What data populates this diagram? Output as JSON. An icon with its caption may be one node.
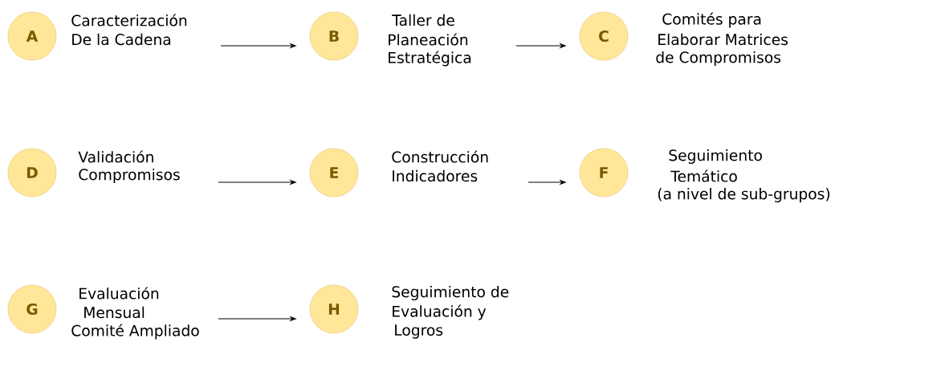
{
  "diagram": {
    "nodes": [
      {
        "text": [
          "A"
        ],
        "beside": [
          "Caracterización",
          "De la Cadena"
        ]
      },
      {
        "text": [
          "B"
        ],
        "beside": [
          "Taller de",
          "Planeación",
          "Estratégica"
        ]
      },
      {
        "text": [
          "C"
        ],
        "beside": [
          "Comités para",
          "Elaborar Matrices",
          "de Compromisos"
        ]
      },
      {
        "text": [
          "D"
        ],
        "beside": [
          "Validación",
          "Compromisos"
        ]
      },
      {
        "text": [
          "E"
        ],
        "beside": [
          "Construcción",
          "Indicadores"
        ]
      },
      {
        "text": [
          "F"
        ],
        "beside": [
          "Seguimiento",
          "Temático",
          "(a nivel de sub-grupos)"
        ]
      },
      {
        "text": [
          "G"
        ],
        "beside": [
          "Evaluación",
          "Mensual",
          "Comité Ampliado"
        ]
      },
      {
        "text": [
          "H"
        ],
        "beside": [
          "Seguimiento de",
          "Evaluación y",
          "Logros"
        ]
      }
    ],
    "edges": [
      {
        "from": 0,
        "to": 1,
        "arrow": "to"
      },
      {
        "from": 1,
        "to": 2,
        "arrow": "to"
      },
      {
        "from": 3,
        "to": 4,
        "arrow": "to"
      },
      {
        "from": 4,
        "to": 5,
        "arrow": "to"
      },
      {
        "from": 6,
        "to": 7,
        "arrow": "to"
      }
    ]
  }
}
